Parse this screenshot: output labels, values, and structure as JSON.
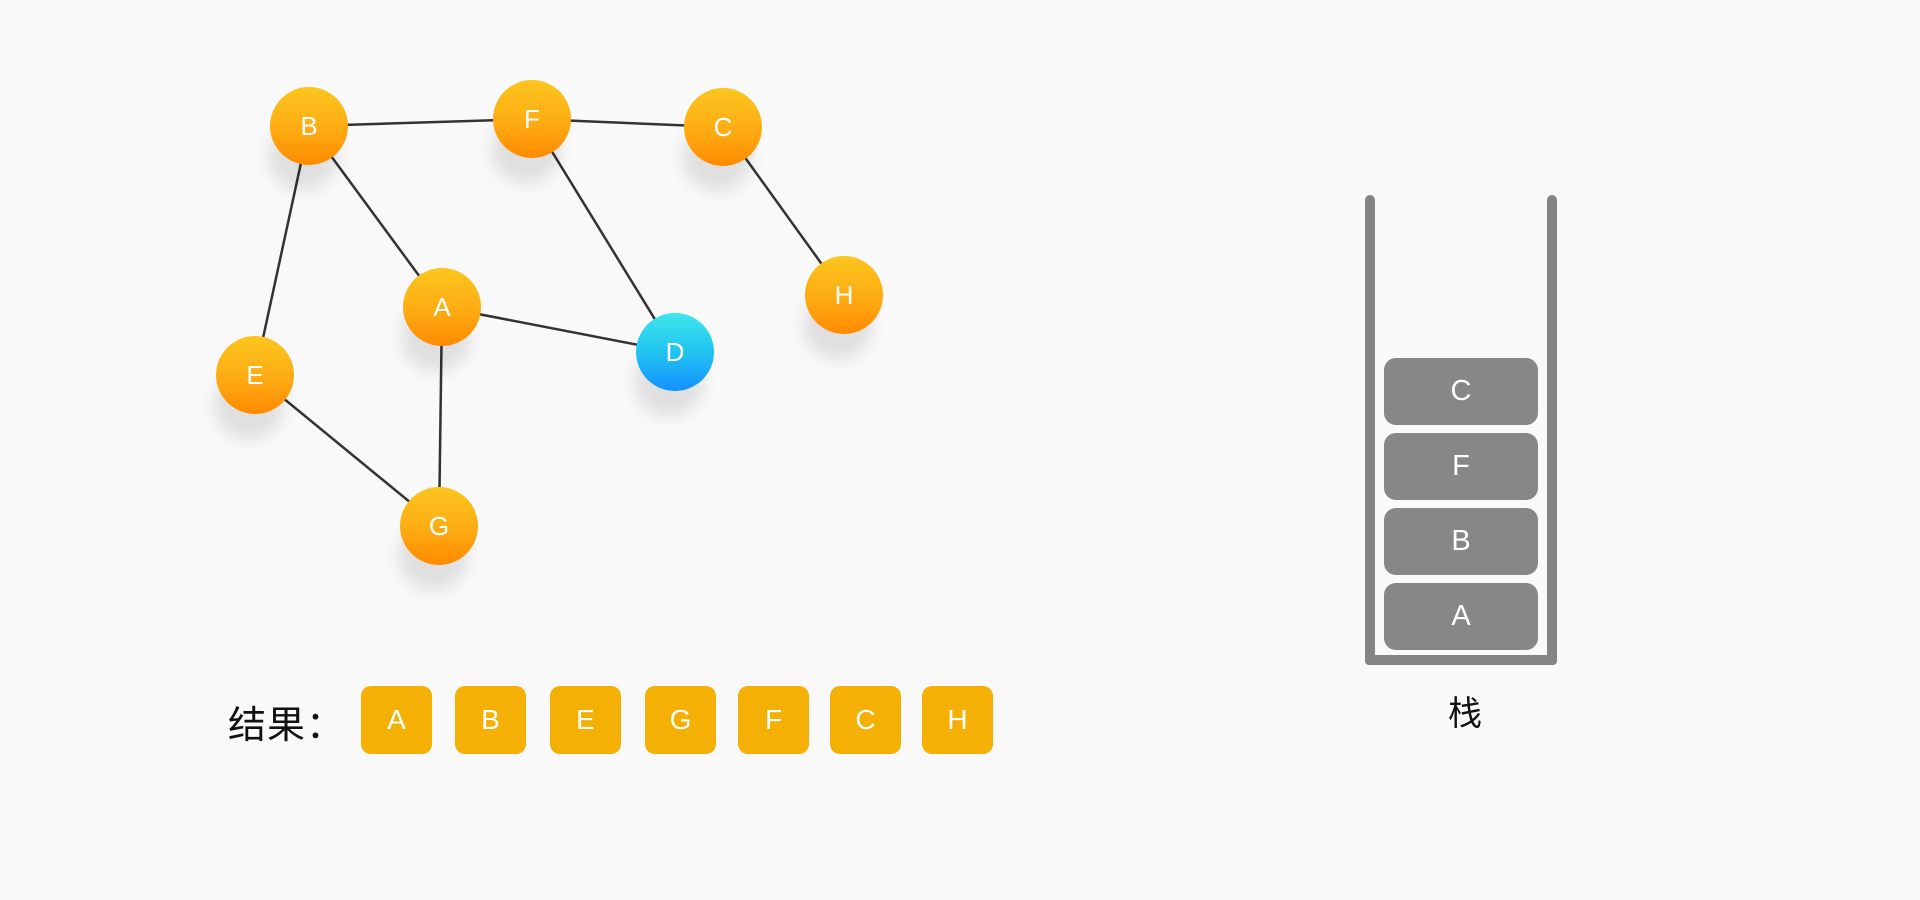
{
  "graph": {
    "nodes": [
      {
        "id": "B",
        "label": "B",
        "state": "visited"
      },
      {
        "id": "F",
        "label": "F",
        "state": "visited"
      },
      {
        "id": "C",
        "label": "C",
        "state": "visited"
      },
      {
        "id": "H",
        "label": "H",
        "state": "visited"
      },
      {
        "id": "A",
        "label": "A",
        "state": "visited"
      },
      {
        "id": "D",
        "label": "D",
        "state": "current"
      },
      {
        "id": "E",
        "label": "E",
        "state": "visited"
      },
      {
        "id": "G",
        "label": "G",
        "state": "visited"
      }
    ],
    "edges": [
      [
        "B",
        "F"
      ],
      [
        "F",
        "C"
      ],
      [
        "C",
        "H"
      ],
      [
        "B",
        "A"
      ],
      [
        "B",
        "E"
      ],
      [
        "F",
        "D"
      ],
      [
        "A",
        "D"
      ],
      [
        "A",
        "G"
      ],
      [
        "E",
        "G"
      ]
    ],
    "colors": {
      "visited": "#ffa20c",
      "current": "#22c4f0",
      "edge": "#333333"
    }
  },
  "result": {
    "label": "结果：",
    "items": [
      "A",
      "B",
      "E",
      "G",
      "F",
      "C",
      "H"
    ],
    "color": "#f4b005"
  },
  "stack": {
    "caption": "栈",
    "items_top_to_bottom": [
      "C",
      "F",
      "B",
      "A"
    ],
    "color": "#878787"
  }
}
